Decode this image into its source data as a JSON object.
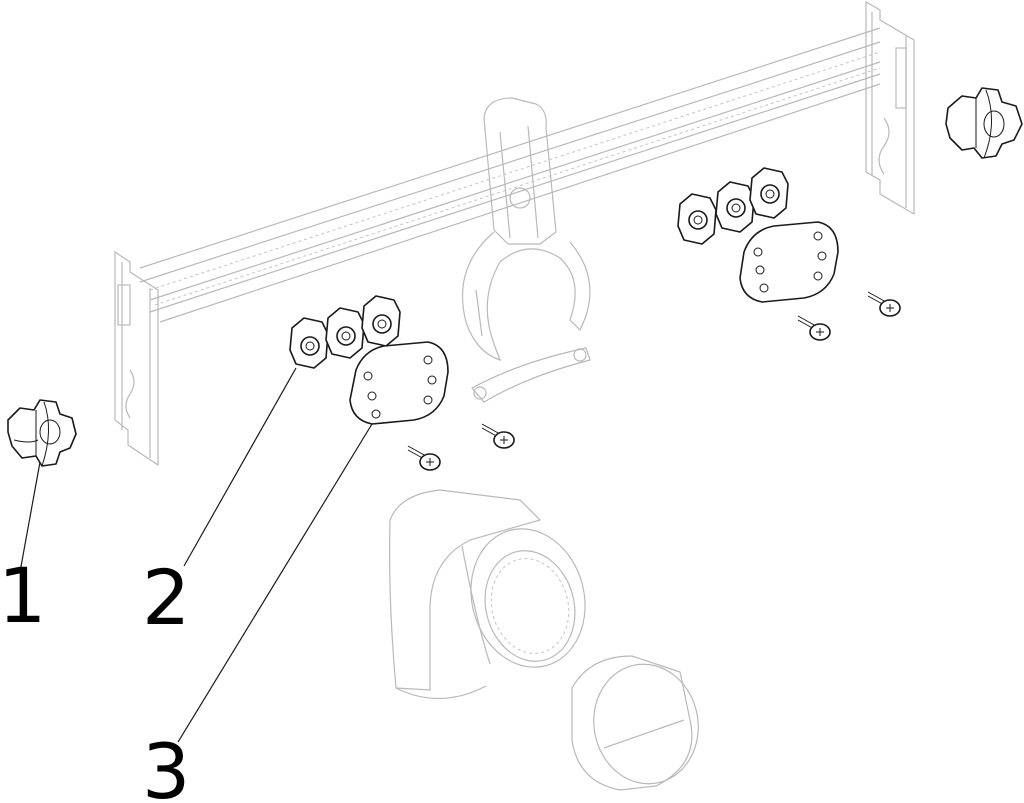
{
  "callouts": [
    {
      "id": "1",
      "label": "1"
    },
    {
      "id": "2",
      "label": "2"
    },
    {
      "id": "3",
      "label": "3"
    }
  ],
  "colors": {
    "ink": "#1a1a1a",
    "ghost": "#b9b9b9",
    "background": "#ffffff"
  }
}
